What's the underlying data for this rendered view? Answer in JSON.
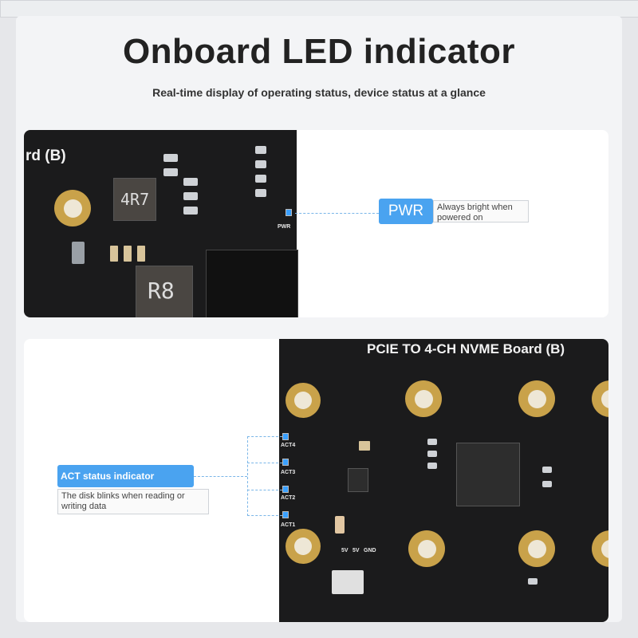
{
  "header": {
    "title": "Onboard LED indicator",
    "subtitle": "Real-time display of operating status, device status at a glance"
  },
  "top_panel": {
    "board_label": "rd (B)",
    "inductor_1": "4R7",
    "inductor_2": "R8",
    "pwr_silk": "PWR",
    "callout_tag": "PWR",
    "callout_desc": "Always bright when powered on"
  },
  "bottom_panel": {
    "board_label": "PCIE TO 4-CH NVME Board (B)",
    "act_labels": [
      "ACT4",
      "ACT3",
      "ACT2",
      "ACT1"
    ],
    "power_labels": [
      "5V",
      "5V",
      "GND"
    ],
    "callout_tag": "ACT status indicator",
    "callout_desc": "The disk blinks when reading or writing data"
  },
  "colors": {
    "accent": "#4aa3f0",
    "pcb": "#1b1b1c",
    "led": "#3aa0ff"
  }
}
